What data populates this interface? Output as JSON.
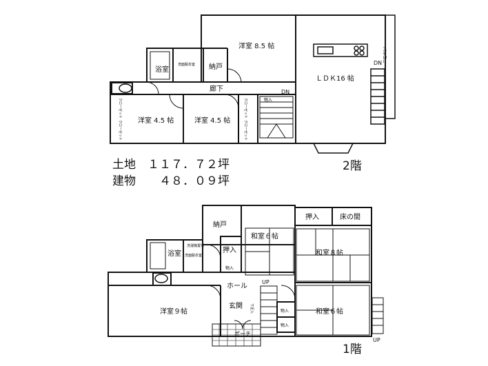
{
  "floor2": {
    "label": "2階",
    "rooms": {
      "western_85": "洋室 8.5 帖",
      "ldk": "ＬＤＫ16 帖",
      "bath": "浴室",
      "storage": "納戸",
      "hall": "廊下",
      "western_45_a": "洋室 4.5 帖",
      "western_45_b": "洋室 4.5 帖",
      "senmen": "洗面脱衣室",
      "closet": "物入"
    },
    "marks": {
      "dn_stair": "DN",
      "dn_balcony": "DN",
      "balcony": "バルコニー",
      "closet_vertical": "クローゼット"
    }
  },
  "summary": {
    "land": "土地　１１７．７２坪",
    "building": "建物　　４８．０９坪"
  },
  "floor1": {
    "label": "1階",
    "rooms": {
      "storage": "納戸",
      "washitsu_6a": "和室６帖",
      "oshiire_a": "押入",
      "tokonoma": "床の間",
      "bath": "浴室",
      "senmen": "洗面脱衣室",
      "oshiire_b": "押入",
      "closet_small": "物入",
      "washitsu_8": "和室８帖",
      "hall": "ホール",
      "western_9": "洋室９帖",
      "genkan": "玄関",
      "shoebox": "下足入",
      "closet_a": "物入",
      "closet_b": "物入",
      "washitsu_6b": "和室６帖",
      "porch": "ポーチ"
    },
    "marks": {
      "up_hall": "UP",
      "up_outside": "UP",
      "washer": "洗濯機置場"
    }
  }
}
